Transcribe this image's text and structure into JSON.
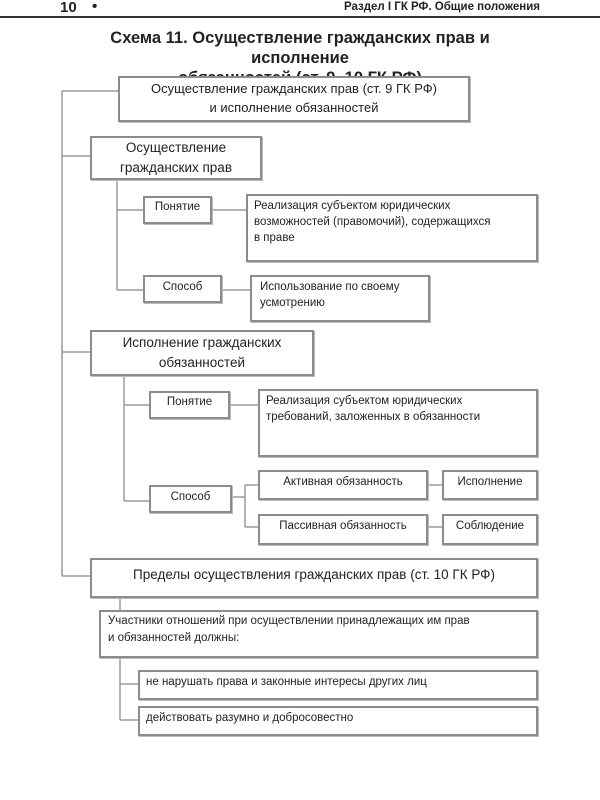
{
  "header": {
    "page_number": "10",
    "bullet": "•",
    "running_head": "Раздел I ГК РФ. Общие положения"
  },
  "title": "Схема 11. Осуществление гражданских прав и исполнение\nобязанностей (ст. 9, 10 ГК РФ)",
  "nodes": {
    "root": "Осуществление гражданских прав (ст. 9 ГК РФ)\nи исполнение обязанностей",
    "exercise_rights": "Осуществление\nгражданских прав",
    "exercise_concept_label": "Понятие",
    "exercise_concept_text": "Реализация субъектом юридических\nвозможностей (правомочий), содержащихся\nв праве",
    "exercise_method_label": "Способ",
    "exercise_method_text": "Использование по своему\nусмотрению",
    "performance_duties": "Исполнение гражданских\nобязанностей",
    "performance_concept_label": "Понятие",
    "performance_concept_text": "Реализация субъектом юридических\nтребований, заложенных в обязанности",
    "performance_method_label": "Способ",
    "active_duty": "Активная обязанность",
    "active_duty_result": "Исполнение",
    "passive_duty": "Пассивная обязанность",
    "passive_duty_result": "Соблюдение",
    "limits": "Пределы осуществления гражданских прав (ст. 10 ГК РФ)",
    "participants": "Участники отношений при осуществлении принадлежащих им прав\nи обязанностей должны:",
    "rule_1": "не нарушать права и законные интересы других лиц",
    "rule_2": "действовать разумно и добросовестно"
  }
}
